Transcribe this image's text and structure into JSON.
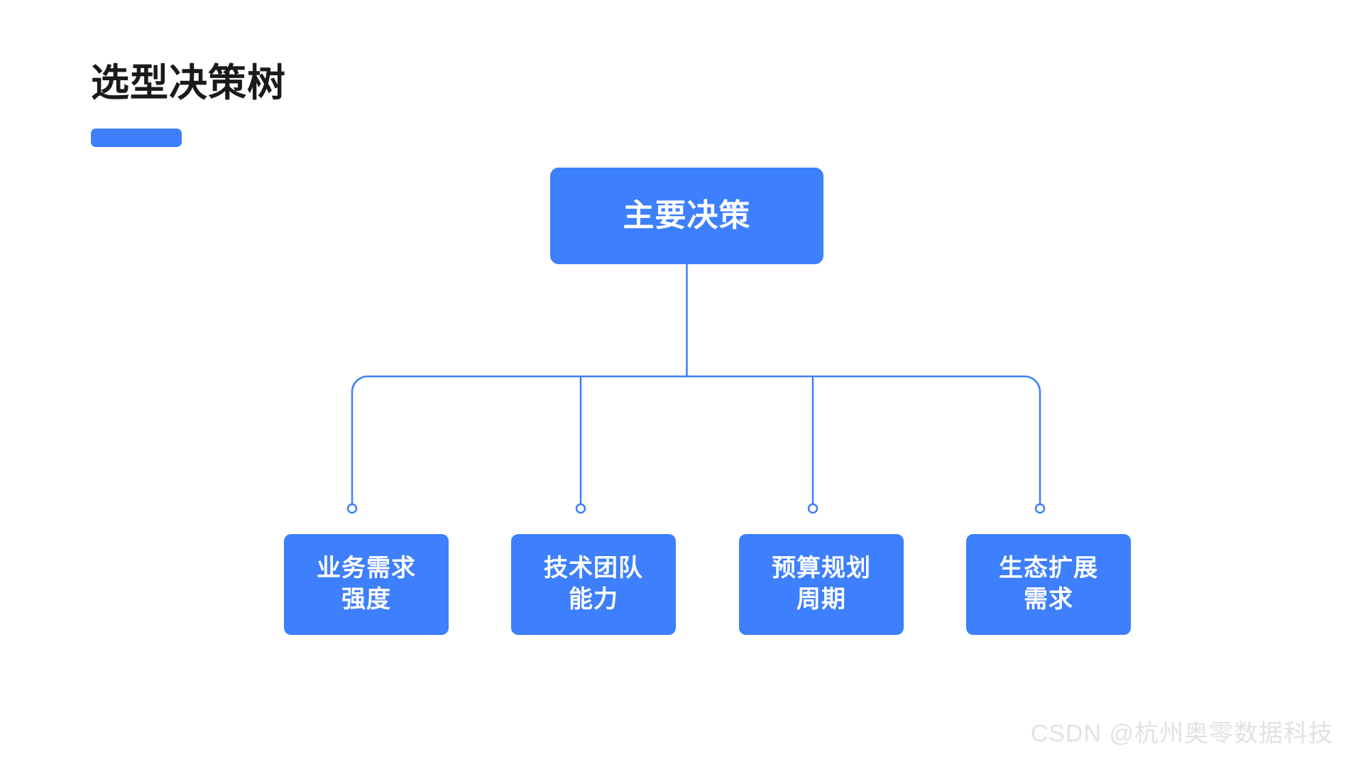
{
  "slide": {
    "background_color": "#ffffff",
    "accent_color": "#3d7ffc",
    "title": "选型决策树",
    "title_color": "#1a1a1a"
  },
  "diagram": {
    "type": "decision-tree",
    "orientation": "top-down",
    "line_color": "#3d7ffc",
    "node_fill": "#3d7ffc",
    "node_text_color": "#ffffff",
    "root": {
      "id": "root",
      "label": "主要决策"
    },
    "children": [
      {
        "id": "leaf-0",
        "label": "业务需求\n强度",
        "line1": "业务需求",
        "line2": "强度"
      },
      {
        "id": "leaf-1",
        "label": "技术团队\n能力",
        "line1": "技术团队",
        "line2": "能力"
      },
      {
        "id": "leaf-2",
        "label": "预算规划\n周期",
        "line1": "预算规划",
        "line2": "周期"
      },
      {
        "id": "leaf-3",
        "label": "生态扩展\n需求",
        "line1": "生态扩展",
        "line2": "需求"
      }
    ],
    "connector": {
      "style": "orthogonal-rounded",
      "endpoint_marker": "hollow-circle",
      "endpoint_marker_fill": "#ffffff",
      "endpoint_marker_stroke": "#3d7ffc",
      "stroke_width": 2.5
    }
  },
  "watermark": {
    "text": "CSDN @杭州奥零数据科技",
    "color": "#e2e2e2"
  }
}
